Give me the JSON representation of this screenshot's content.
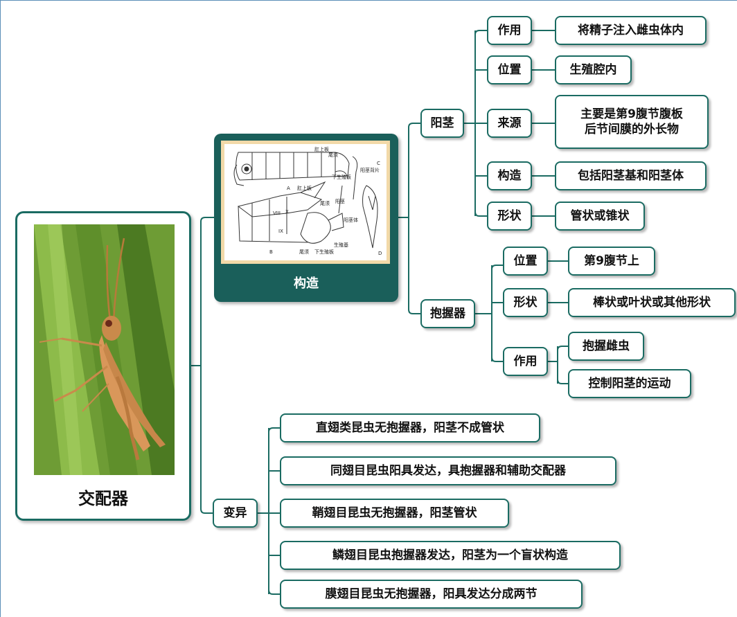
{
  "root": {
    "title": "交配器",
    "image": "grasshopper-photo"
  },
  "structure": {
    "title": "构造",
    "image": "genitalia-diagram",
    "diagram_labels": [
      "肛上板",
      "尾须",
      "下生殖板",
      "阳茎背片",
      "A",
      "肛上板",
      "尾须",
      "阳茎",
      "阳茎体",
      "IX",
      "X",
      "VIII",
      "B",
      "尾须",
      "下生殖板",
      "生殖基",
      "C",
      "D"
    ]
  },
  "yangjing": {
    "label": "阳茎",
    "rows": [
      {
        "key": "作用",
        "value": "将精子注入雌虫体内"
      },
      {
        "key": "位置",
        "value": "生殖腔内"
      },
      {
        "key": "来源",
        "value_lines": [
          "主要是第9腹节腹板",
          "后节间膜的外长物"
        ]
      },
      {
        "key": "构造",
        "value": "包括阳茎基和阳茎体"
      },
      {
        "key": "形状",
        "value": "管状或锥状"
      }
    ]
  },
  "baowoqi": {
    "label": "抱握器",
    "rows": [
      {
        "key": "位置",
        "value": "第9腹节上"
      },
      {
        "key": "形状",
        "value": "棒状或叶状或其他形状"
      },
      {
        "key": "作用",
        "values": [
          "抱握雌虫",
          "控制阳茎的运动"
        ]
      }
    ]
  },
  "bianyi": {
    "label": "变异",
    "items": [
      "直翅类昆虫无抱握器，阳茎不成管状",
      "同翅目昆虫阳具发达，具抱握器和辅助交配器",
      "鞘翅目昆虫无抱握器，阳茎管状",
      "鳞翅目昆虫抱握器发达，阳茎为一个盲状构造",
      "膜翅目昆虫无抱握器，阳具发达分成两节"
    ]
  },
  "colors": {
    "border": "#1a6b62",
    "structure_fill": "#1a5f5a",
    "text": "#111111"
  }
}
